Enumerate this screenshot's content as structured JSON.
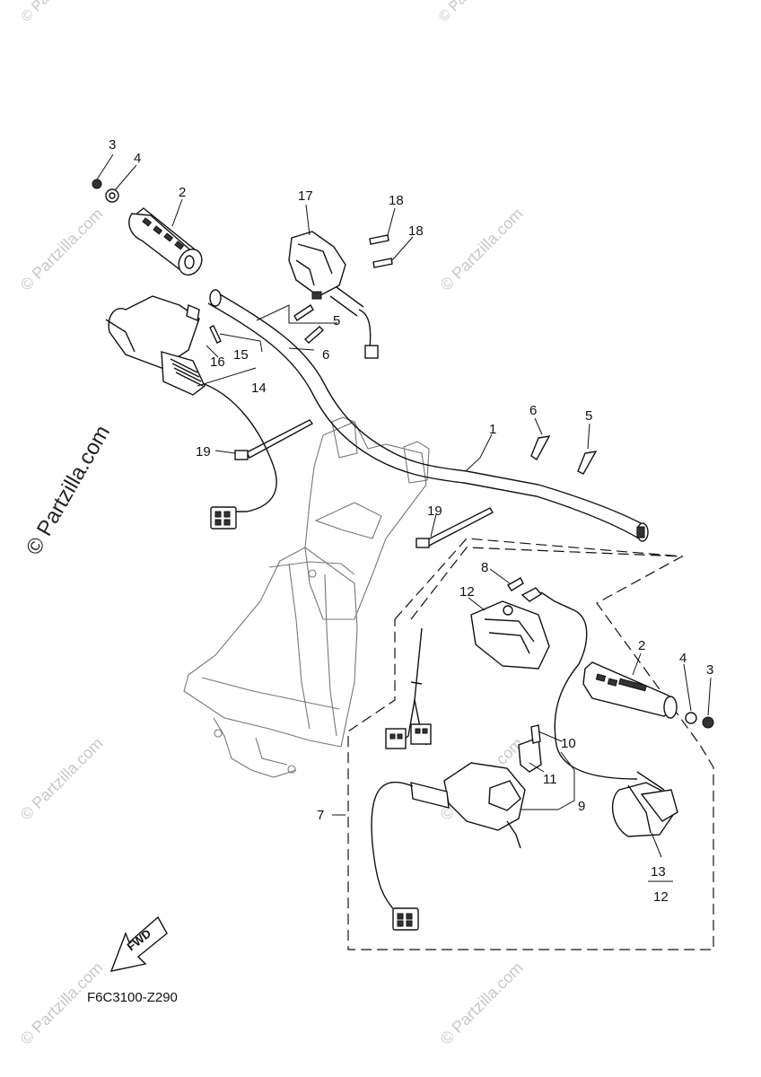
{
  "diagram": {
    "code": "F6C3100-Z290",
    "fwd_label": "FWD",
    "watermark_main": "© Partzilla.com",
    "watermark_small": "© Partzilla.com"
  },
  "callouts": {
    "c3_left": "3",
    "c4_left": "4",
    "c2_left": "2",
    "c17": "17",
    "c18_a": "18",
    "c18_b": "18",
    "c5_upper": "5",
    "c6_upper": "6",
    "c15": "15",
    "c16": "16",
    "c14": "14",
    "c19_left": "19",
    "c1": "1",
    "c6_right": "6",
    "c5_right": "5",
    "c19_right": "19",
    "c8": "8",
    "c12_upper": "12",
    "c2_right": "2",
    "c4_right": "4",
    "c3_right": "3",
    "c10": "10",
    "c11": "11",
    "c9": "9",
    "c7": "7",
    "c13": "13",
    "c12_lower": "12"
  }
}
